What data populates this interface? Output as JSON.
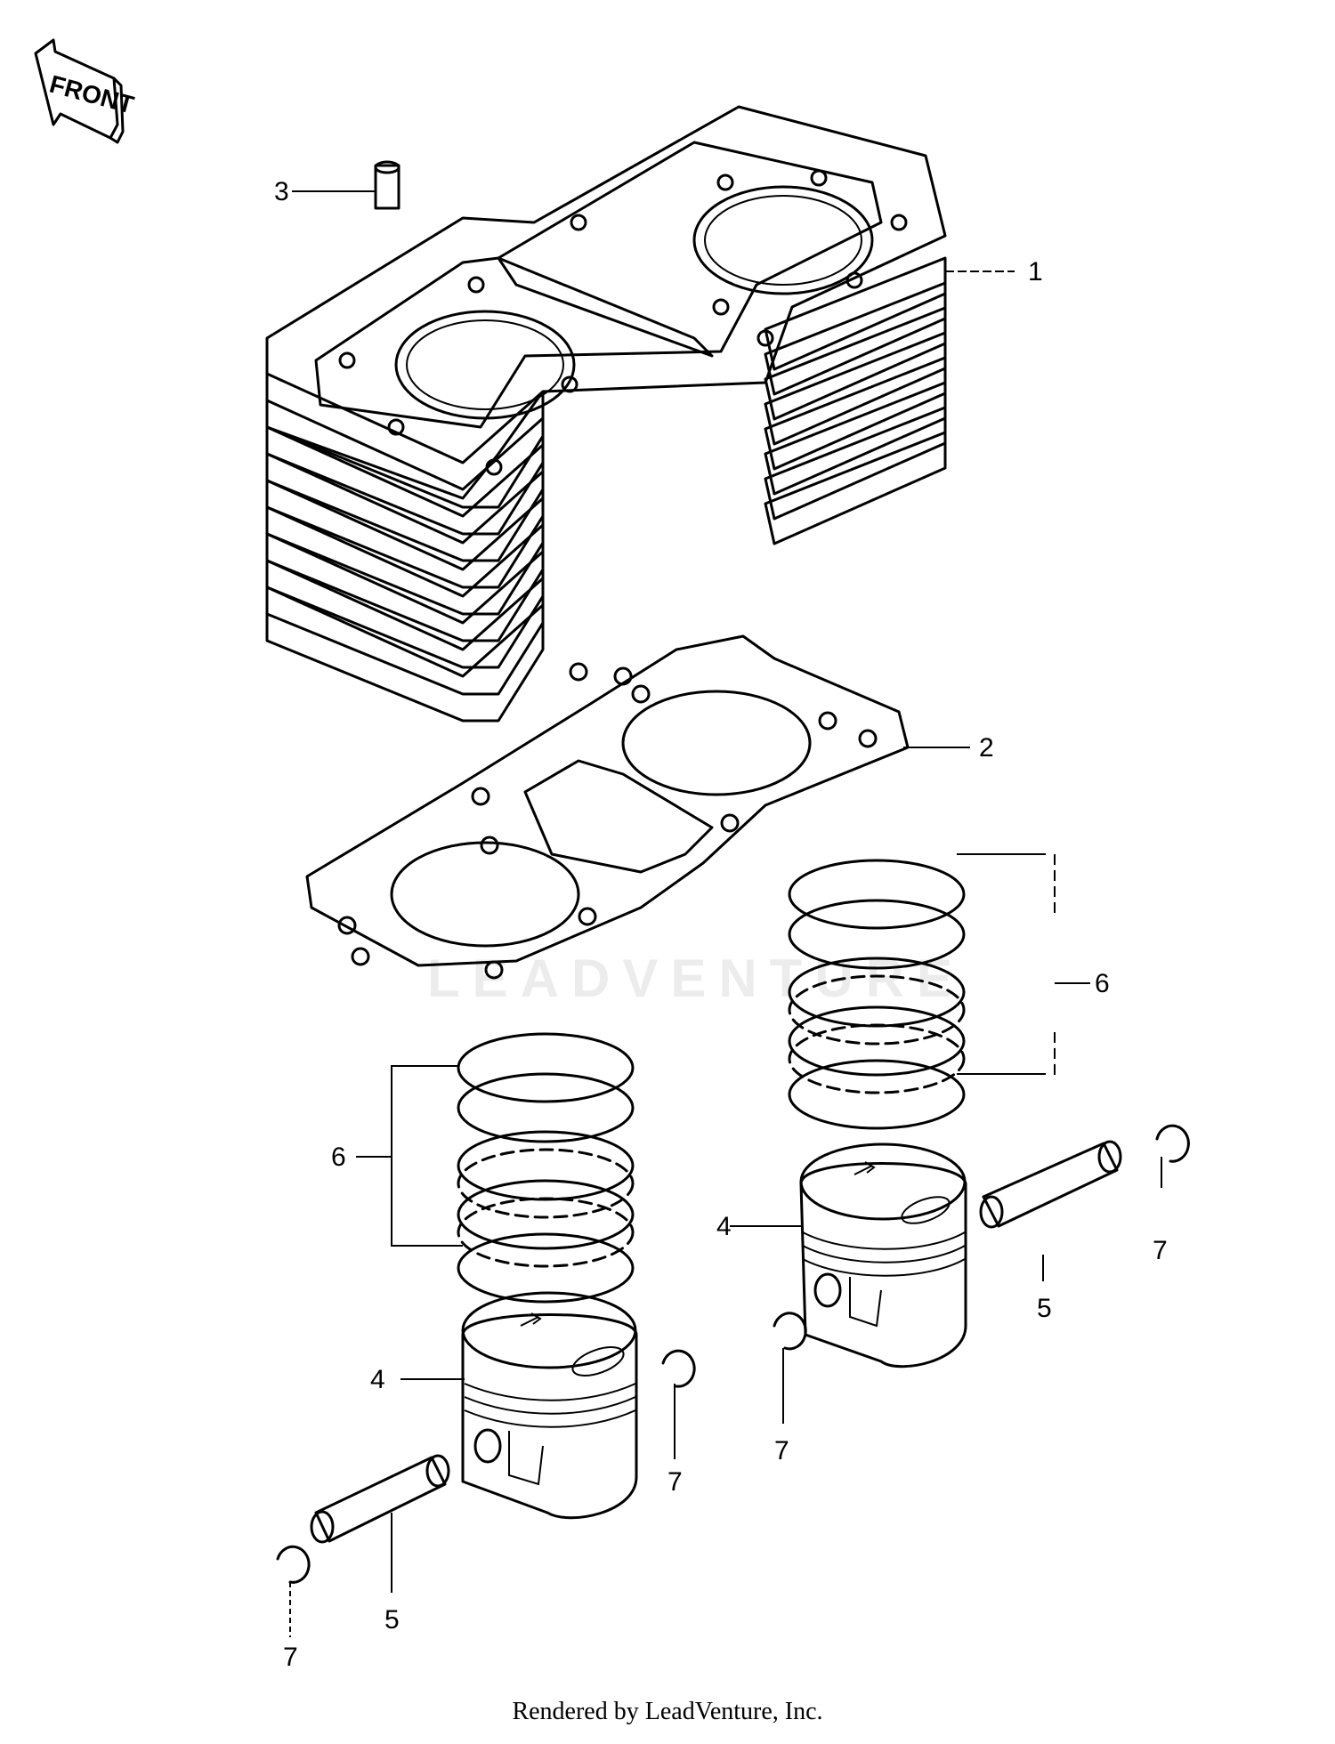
{
  "front_label": "FRONT",
  "watermark": "LEADVENTURE",
  "callouts": {
    "cylinder": "1",
    "base_gasket": "2",
    "dowel_pin": "3",
    "piston_left": "4",
    "piston_right": "4",
    "piston_pin_left": "5",
    "piston_pin_right": "5",
    "ring_set_left": "6",
    "ring_set_right": "6",
    "circlip_a": "7",
    "circlip_b": "7",
    "circlip_c": "7",
    "circlip_d": "7"
  },
  "footer": "Rendered by LeadVenture, Inc."
}
